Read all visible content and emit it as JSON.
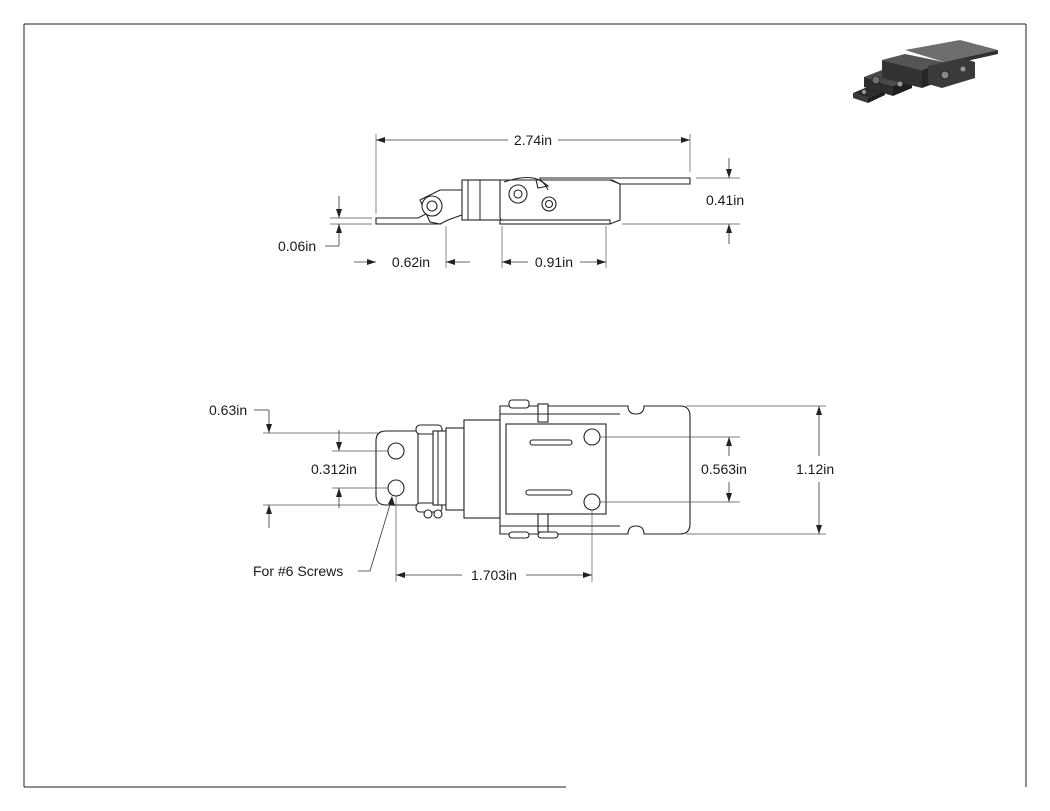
{
  "side_view": {
    "overall_length": "2.74in",
    "height": "0.41in",
    "plate_thickness": "0.06in",
    "hook_length": "0.62in",
    "base_length": "0.91in"
  },
  "top_view": {
    "hook_tab_width": "0.63in",
    "hook_hole_spacing": "0.312in",
    "base_hole_spacing": "0.563in",
    "overall_width": "1.12in",
    "hole_to_hole_length": "1.703in",
    "screw_note": "For #6 Screws"
  },
  "colors": {
    "line": "#222222",
    "iso_dark": "#2b2b2b",
    "iso_mid": "#4a4a4a",
    "iso_light": "#6e6e6e"
  }
}
